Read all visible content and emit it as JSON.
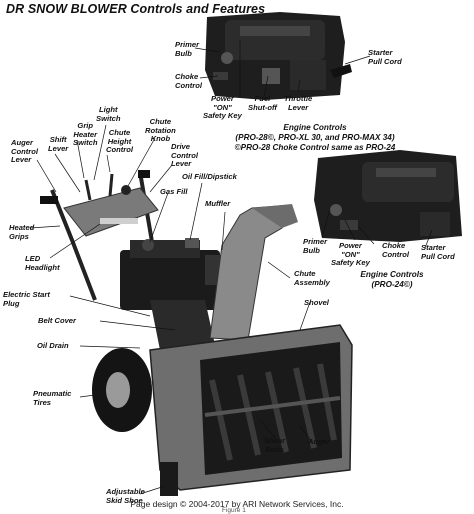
{
  "title": "DR SNOW BLOWER Controls and Features",
  "top_inset": {
    "labels": {
      "primer_bulb": "Primer\nBulb",
      "starter_pull_cord": "Starter\nPull Cord",
      "choke_control": "Choke\nControl",
      "power_on_safety_key": "Power\n\"ON\"\nSafety Key",
      "fuel_shutoff": "Fuel\nShut-off",
      "throttle_lever": "Throttle\nLever"
    },
    "caption": "Engine Controls\n(PRO-28©, PRO-XL 30, and PRO-MAX 34)\n©PRO-28 Choke Control same as PRO-24"
  },
  "mid_inset": {
    "labels": {
      "primer_bulb": "Primer\nBulb",
      "power_on_safety_key": "Power\n\"ON\"\nSafety Key",
      "choke_control": "Choke\nControl",
      "starter_pull_cord": "Starter\nPull Cord"
    },
    "caption": "Engine Controls\n(PRO-24©)"
  },
  "main": {
    "labels": {
      "light_switch": "Light\nSwitch",
      "grip_heater_switch": "Grip\nHeater\nSwitch",
      "chute_height_control": "Chute\nHeight\nControl",
      "chute_rotation_knob": "Chute\nRotation\nKnob",
      "shift_lever": "Shift\nLever",
      "auger_control_lever": "Auger\nControl\nLever",
      "drive_control_lever": "Drive\nControl\nLever",
      "gas_fill": "Gas Fill",
      "oil_fill_dipstick": "Oil Fill/Dipstick",
      "muffler": "Muffler",
      "heated_grips": "Heated\nGrips",
      "led_headlight": "LED\nHeadlight",
      "chute_assembly": "Chute\nAssembly",
      "electric_start_plug": "Electric Start\nPlug",
      "shovel": "Shovel",
      "belt_cover": "Belt Cover",
      "oil_drain": "Oil Drain",
      "pneumatic_tires": "Pneumatic\nTires",
      "shear_bolts": "Shear\nBolts",
      "auger": "Auger",
      "adjustable_skid_shoe": "Adjustable\nSkid Shoe"
    }
  },
  "footer": "Page design © 2004-2017 by ARI Network Services, Inc.",
  "figure_label": "Figure 1"
}
